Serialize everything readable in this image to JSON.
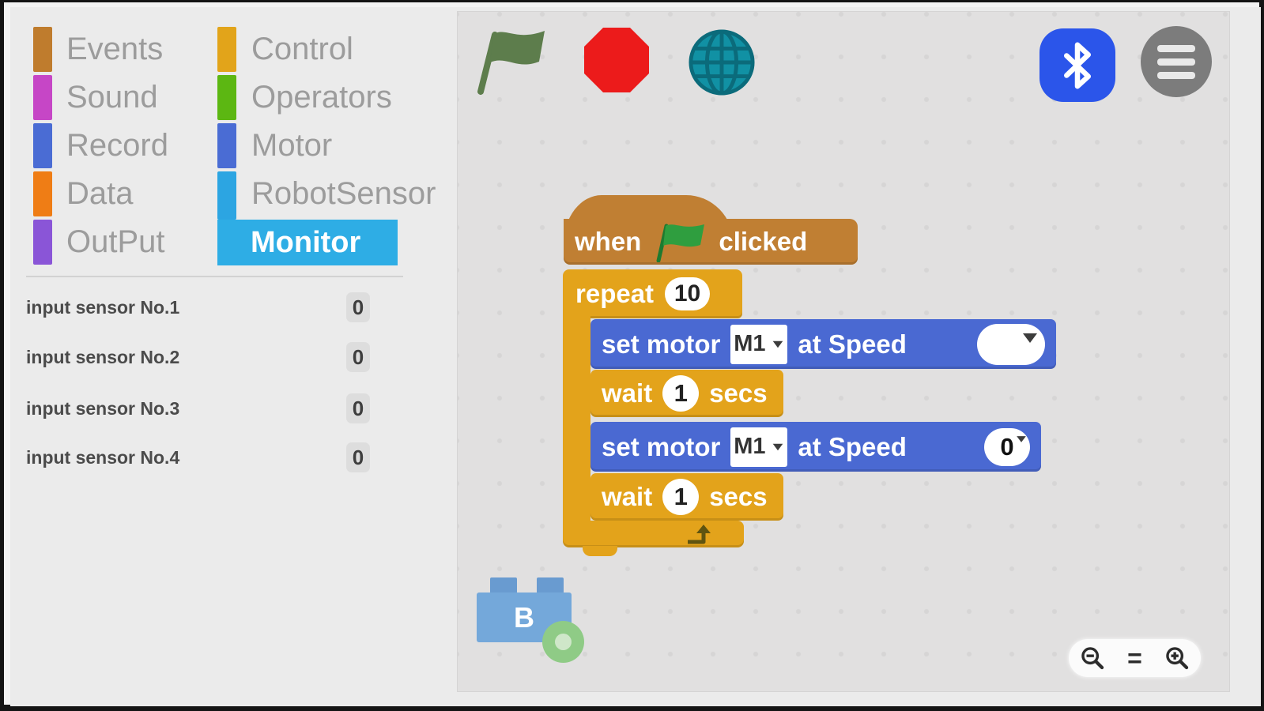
{
  "palette": {
    "col1": [
      {
        "label": "Events",
        "color": "#bf7c2d"
      },
      {
        "label": "Sound",
        "color": "#c646c6"
      },
      {
        "label": "Record",
        "color": "#4a6cd4"
      },
      {
        "label": "Data",
        "color": "#ef7d15"
      },
      {
        "label": "OutPut",
        "color": "#8a55d7"
      }
    ],
    "col2": [
      {
        "label": "Control",
        "color": "#e2a41a"
      },
      {
        "label": "Operators",
        "color": "#5cb712"
      },
      {
        "label": "Motor",
        "color": "#4a6cd4"
      },
      {
        "label": "RobotSensor",
        "color": "#2ca5e2"
      }
    ],
    "selected": {
      "label": "Monitor",
      "bg": "#2eade5"
    }
  },
  "sensors": [
    {
      "label": "input sensor No.1",
      "value": "0"
    },
    {
      "label": "input sensor No.2",
      "value": "0"
    },
    {
      "label": "input sensor No.3",
      "value": "0"
    },
    {
      "label": "input sensor No.4",
      "value": "0"
    }
  ],
  "toolbar": {
    "icons": {
      "flag": "green-flag",
      "stop": "stop-octagon",
      "globe": "globe",
      "bluetooth": "bluetooth",
      "menu": "hamburger-menu"
    }
  },
  "script": {
    "hat": {
      "when": "when",
      "clicked": "clicked",
      "color": "#c07f33"
    },
    "repeat": {
      "label": "repeat",
      "count": "10",
      "color": "#e3a31b"
    },
    "set_motor_1": {
      "set_motor": "set motor",
      "motor": "M1",
      "at_speed": "at Speed",
      "speed": "",
      "color": "#4a69d2"
    },
    "wait_1": {
      "wait": "wait",
      "secs_value": "1",
      "secs": "secs",
      "color": "#e3a31b"
    },
    "set_motor_2": {
      "set_motor": "set motor",
      "motor": "M1",
      "at_speed": "at Speed",
      "speed": "0",
      "color": "#4a69d2"
    },
    "wait_2": {
      "wait": "wait",
      "secs_value": "1",
      "secs": "secs",
      "color": "#e3a31b"
    }
  },
  "device_brick": {
    "label": "B"
  },
  "zoom_controls": {
    "zoom_out": "zoom-out-magnifier",
    "reset": "=",
    "zoom_in": "zoom-in-magnifier"
  }
}
